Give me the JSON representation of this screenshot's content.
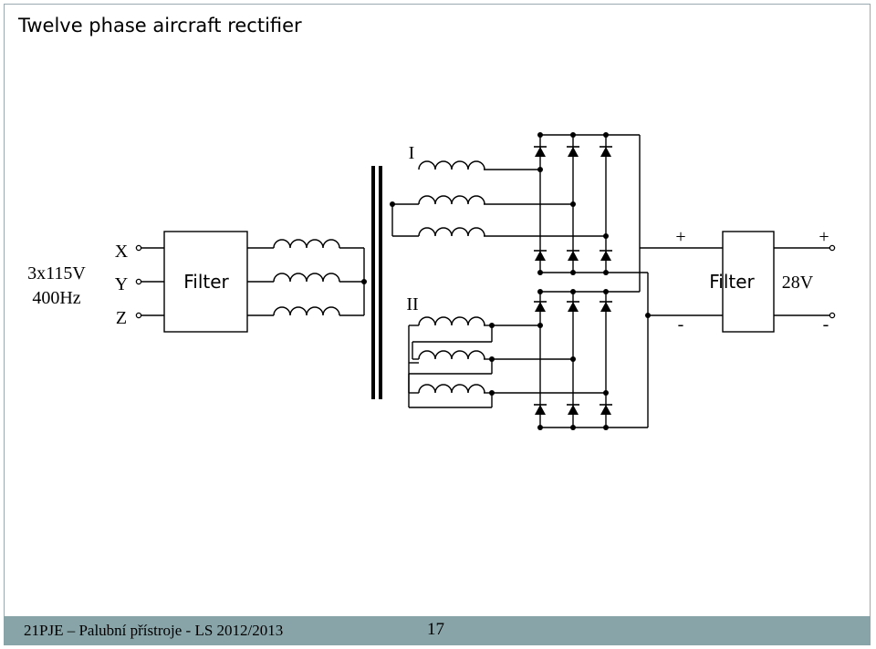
{
  "slide": {
    "title": "Twelve phase aircraft rectifier",
    "footer_text": "21PJE – Palubní přístroje - LS 2012/2013",
    "page_number": "17"
  },
  "diagram": {
    "input_voltage": "3x115V",
    "input_frequency": "400Hz",
    "phase_labels": [
      "X",
      "Y",
      "Z"
    ],
    "input_filter_label": "Filter",
    "secondary_I_label": "I",
    "secondary_II_label": "II",
    "output_filter_label": "Filter",
    "output_voltage": "28V",
    "plus_label": "+",
    "minus_label": "-"
  }
}
